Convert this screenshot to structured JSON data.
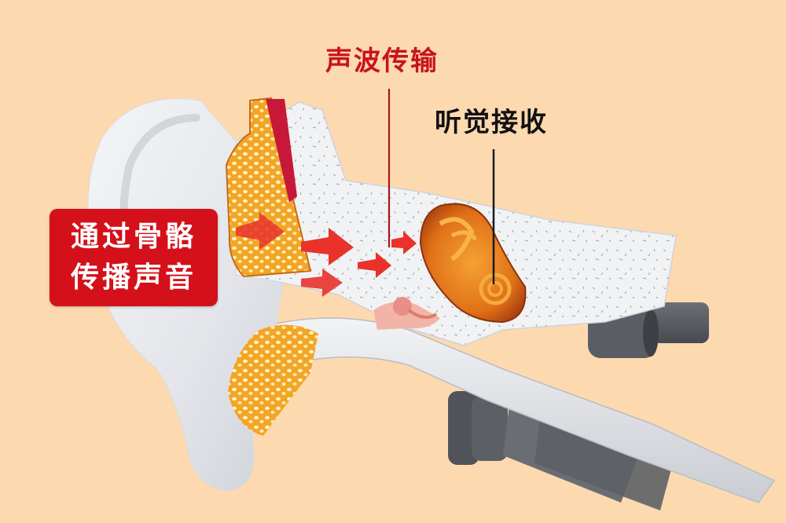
{
  "diagram": {
    "subject": "bone conduction hearing",
    "background_color": "#fdd9b0",
    "labels": {
      "sound_wave_transmission": "声波传输",
      "hearing_reception": "听觉接收",
      "callout_lines": [
        "通过骨骼",
        "传播声音"
      ]
    },
    "colors": {
      "label_red": "#c8141c",
      "label_black": "#111111",
      "callout_bg": "#d4101a",
      "callout_text": "#ffffff",
      "ear_skin": "#e8eaee",
      "bone_spongy": "#f0a830",
      "cochlea": "#e8761a",
      "arrow_red": "#e8322a",
      "nerve_gray": "#555a60",
      "leader_red": "#a01820",
      "leader_black": "#1a1a22"
    },
    "components": [
      "outer-ear",
      "skull-bone-section",
      "eardrum",
      "ossicles",
      "cochlea",
      "auditory-nerve",
      "sound-arrows"
    ]
  }
}
